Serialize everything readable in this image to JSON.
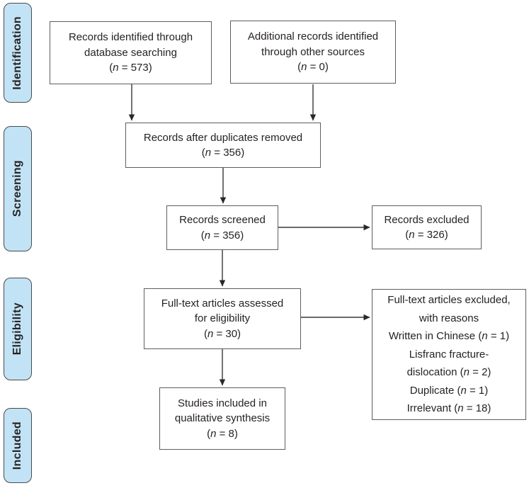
{
  "diagram": {
    "type": "prisma-flowchart",
    "colors": {
      "stage_fill": "#c2e3f6",
      "stage_border": "#4a4a4a",
      "box_border": "#5e5e5e",
      "arrow": "#3a3633",
      "text": "#262220",
      "background": "#ffffff"
    },
    "stages": [
      {
        "label": "Identification"
      },
      {
        "label": "Screening"
      },
      {
        "label": "Eligibility"
      },
      {
        "label": "Included"
      }
    ],
    "boxes": {
      "identified": "Records identified through\ndatabase searching\n(*n* = 573)",
      "additional": "Additional records identified\nthrough other sources\n(*n* = 0)",
      "after_duplicates": "Records after duplicates removed\n(*n* = 356)",
      "screened": "Records screened\n(*n* = 356)",
      "excluded": "Records excluded\n(*n* = 326)",
      "fulltext_assessed": "Full-text articles assessed\nfor eligibility\n(*n* = 30)",
      "fulltext_excluded": "Full-text articles excluded,\nwith reasons\nWritten in Chinese (*n* = 1)\nLisfranc fracture-\ndislocation (*n* = 2)\nDuplicate (*n* = 1)\nIrrelevant (*n* = 18)",
      "included_studies": "Studies included in\nqualitative synthesis\n(*n* = 8)"
    }
  }
}
